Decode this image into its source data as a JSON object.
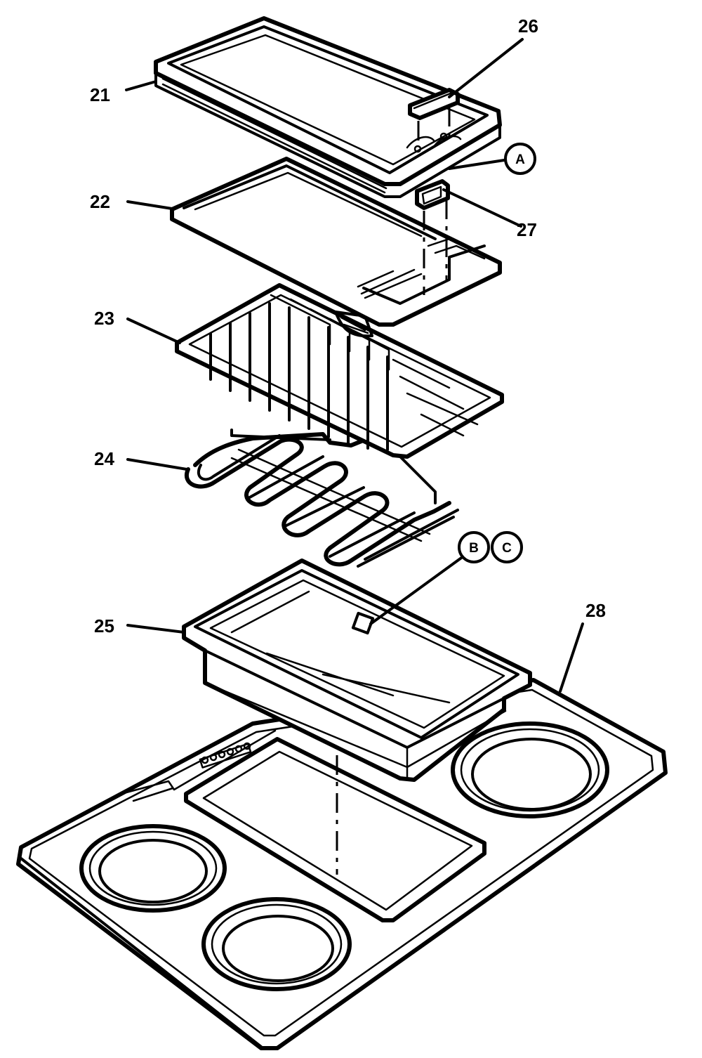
{
  "diagram": {
    "part_labels": [
      "21",
      "22",
      "23",
      "24",
      "25",
      "26",
      "27",
      "28"
    ],
    "reference_markers": [
      "A",
      "B",
      "C"
    ]
  }
}
